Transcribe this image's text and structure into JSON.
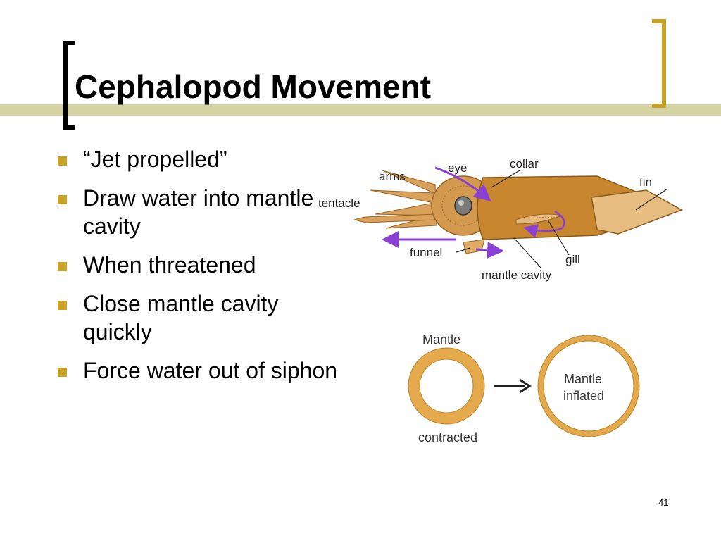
{
  "slide": {
    "title": "Cephalopod Movement",
    "page_number": "41"
  },
  "bullets": [
    {
      "text": "“Jet propelled”"
    },
    {
      "text": "Draw water into mantle cavity"
    },
    {
      "text": "When threatened"
    },
    {
      "text": "Close mantle cavity quickly"
    },
    {
      "text": "Force water out of siphon"
    }
  ],
  "squid_diagram": {
    "labels": {
      "arms": "arms",
      "eye": "eye",
      "collar": "collar",
      "fin": "fin",
      "tentacle": "tentacle",
      "funnel": "funnel",
      "gill": "gill",
      "mantle_cavity": "mantle cavity"
    },
    "colors": {
      "body": "#c8872f",
      "arrow": "#8a3fd6"
    }
  },
  "mantle_diagram": {
    "labels": {
      "mantle": "Mantle",
      "contracted": "contracted",
      "inflated_line1": "Mantle",
      "inflated_line2": "inflated"
    },
    "colors": {
      "ring": "#e3a94a"
    }
  },
  "theme": {
    "accent": "#c9a227",
    "rule": "#d6d3a2"
  }
}
